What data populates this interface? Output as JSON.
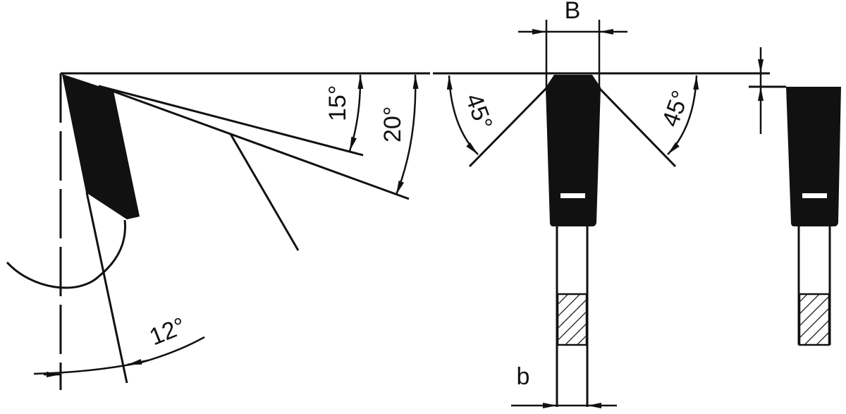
{
  "diagram": {
    "colors": {
      "ink": "#111111",
      "background": "#ffffff"
    },
    "labels": {
      "rake_angle_15": "15°",
      "rake_angle_20": "20°",
      "clearance_angle_12": "12°",
      "chamfer_left_45": "45°",
      "chamfer_right_45": "45°",
      "tooth_width": "B",
      "body_thickness": "b"
    }
  }
}
